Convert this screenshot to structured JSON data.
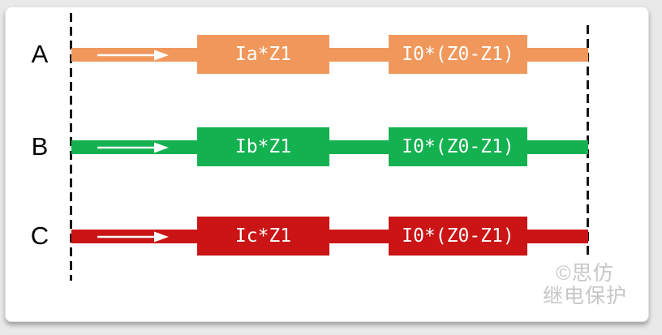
{
  "figure": {
    "description_labels": {
      "left_boundary": "dashed-line",
      "right_boundary": "dashed-line"
    },
    "phases": [
      {
        "label": "A",
        "color": "#F0985C",
        "seg1_label": "Ia*Z1",
        "seg2_label": "I0*(Z0-Z1)"
      },
      {
        "label": "B",
        "color": "#13B150",
        "seg1_label": "Ib*Z1",
        "seg2_label": "I0*(Z0-Z1)"
      },
      {
        "label": "C",
        "color": "#CA1415",
        "seg1_label": "Ic*Z1",
        "seg2_label": "I0*(Z0-Z1)"
      }
    ],
    "arrow_color": "#ffffff",
    "dash_color": "#161616",
    "watermark": {
      "line1": "©思仿",
      "line2": "继电保护",
      "color": "#c7c7c7"
    }
  }
}
